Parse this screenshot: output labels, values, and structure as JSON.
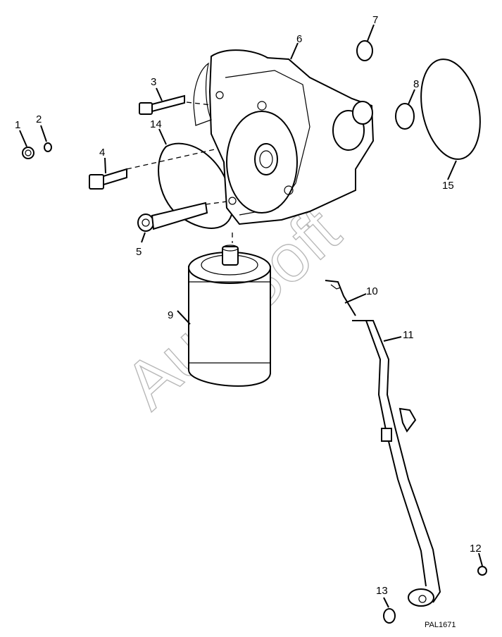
{
  "diagram": {
    "reference_code": "PAL1671",
    "watermark": "AutoSoft",
    "callouts": [
      "1",
      "2",
      "3",
      "4",
      "5",
      "6",
      "7",
      "8",
      "9",
      "10",
      "11",
      "12",
      "13",
      "14",
      "15"
    ]
  }
}
